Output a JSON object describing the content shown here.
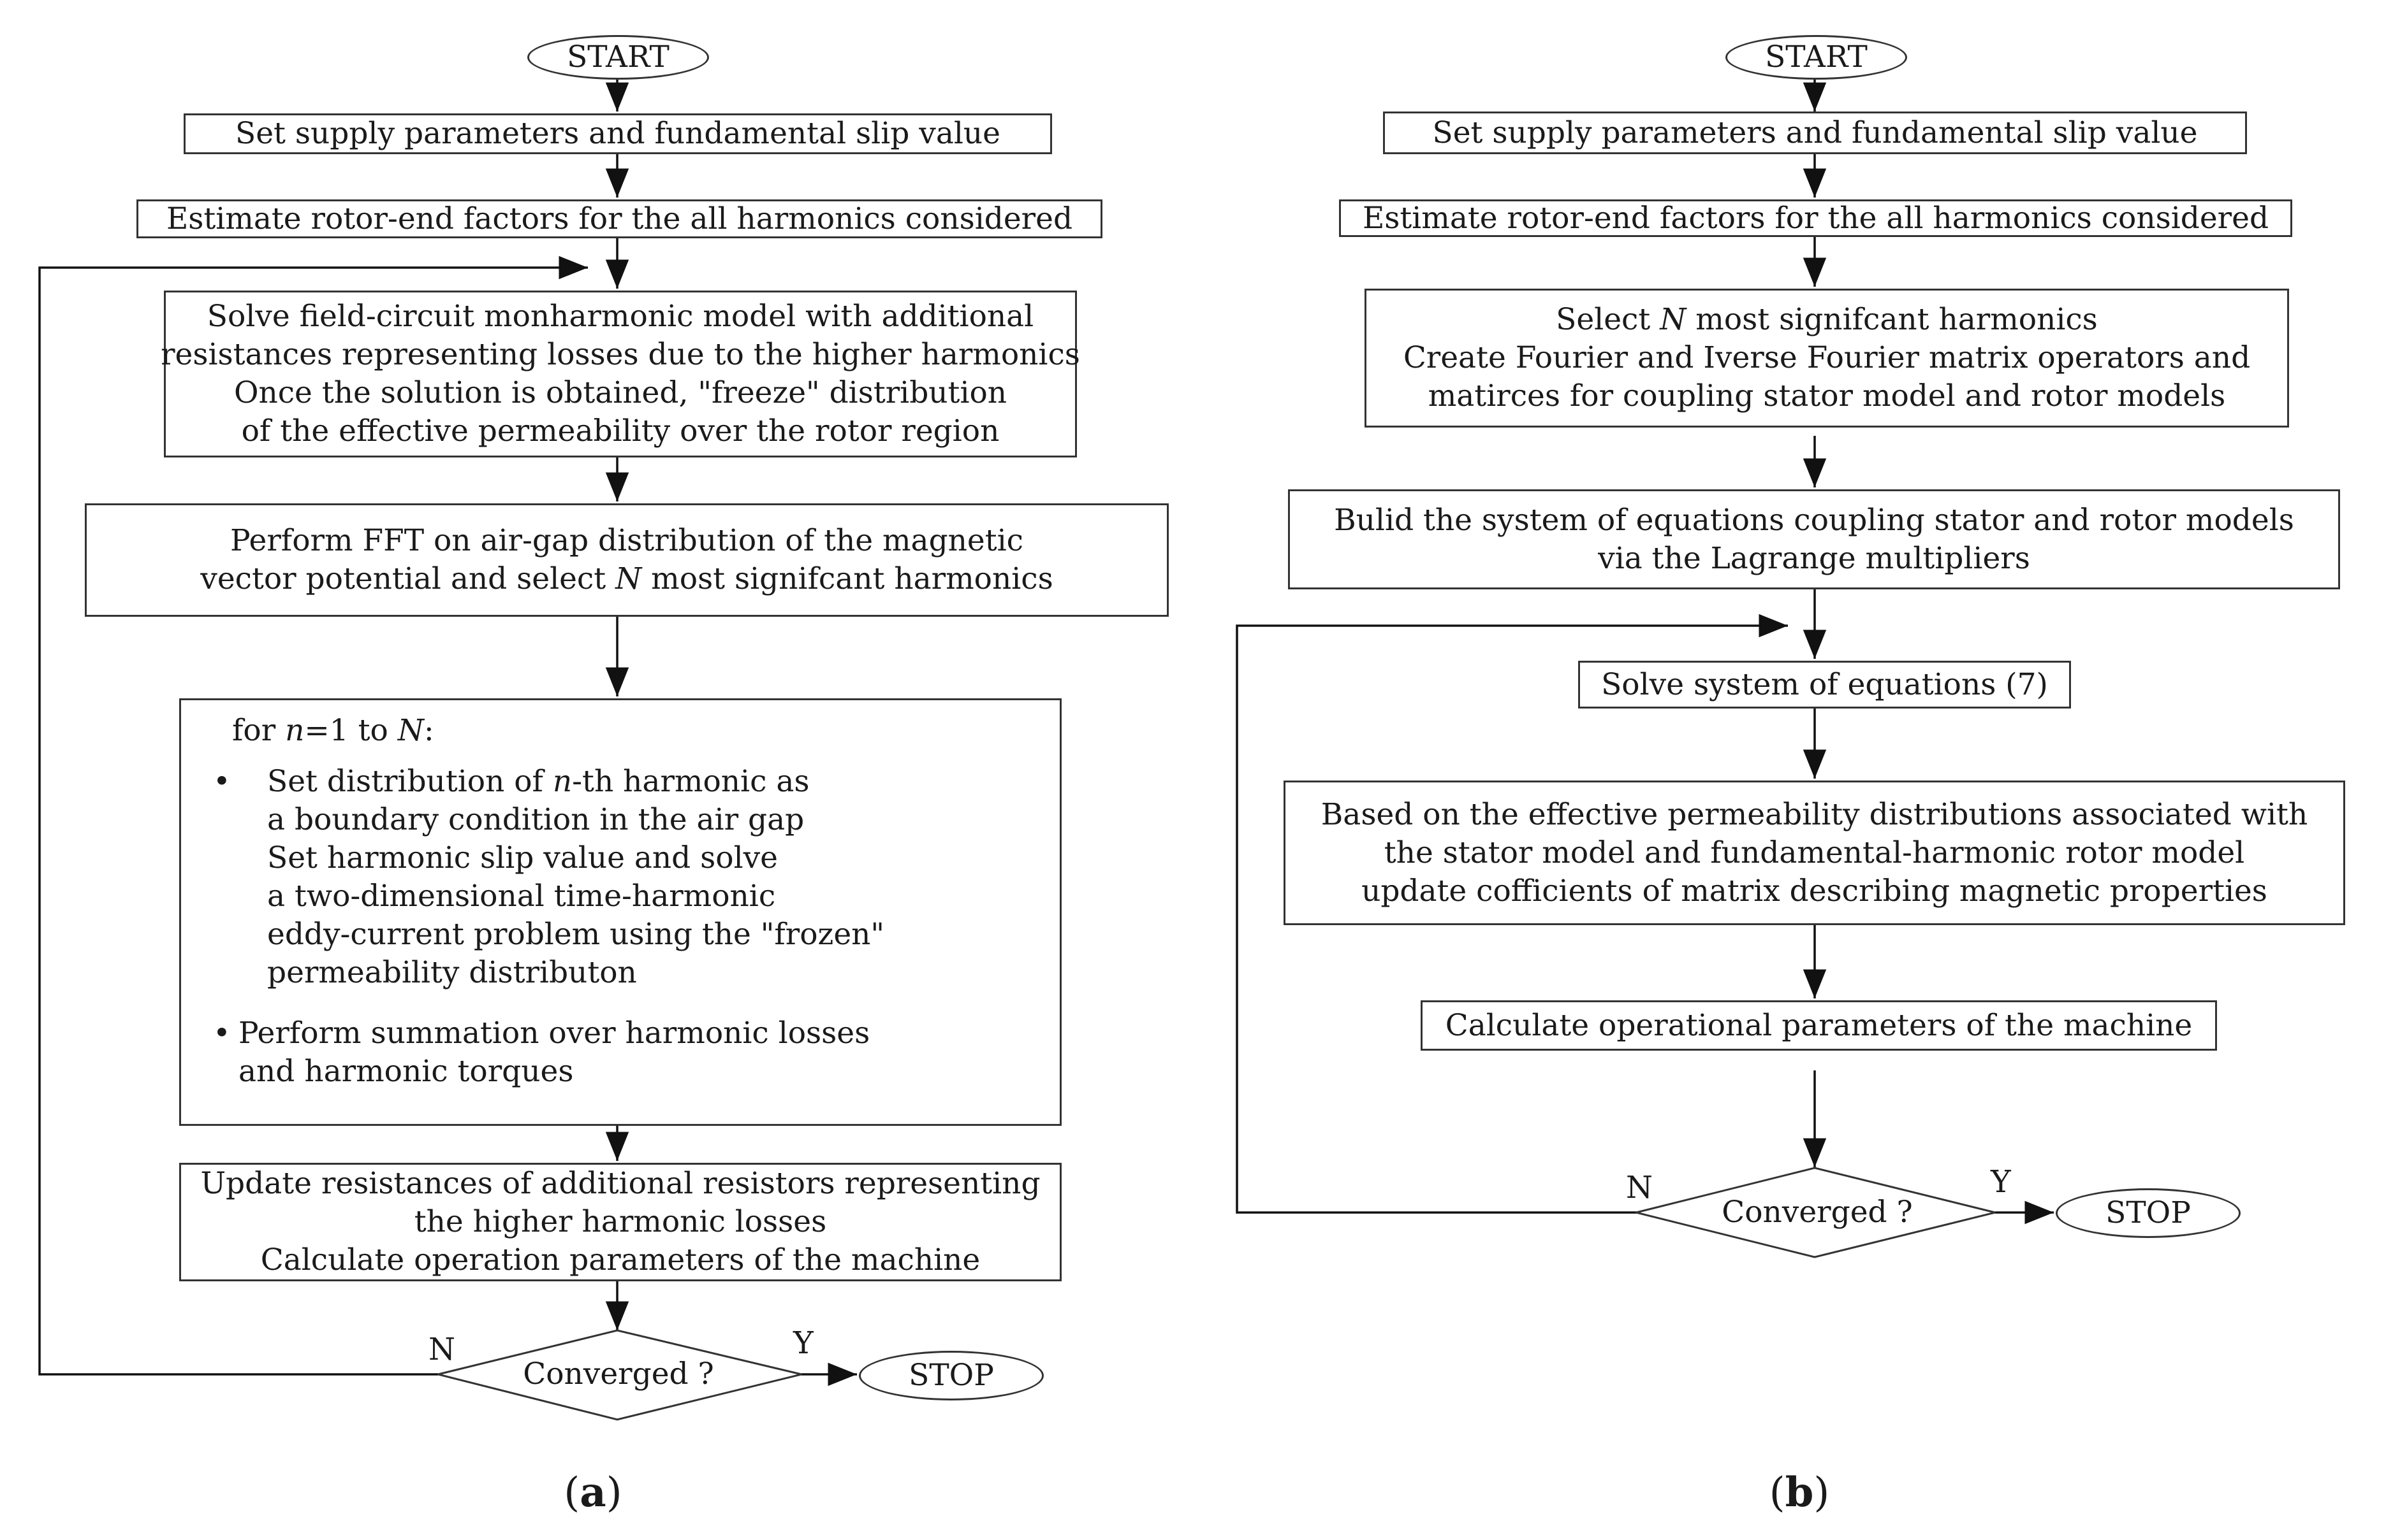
{
  "panel_a": {
    "start": "START",
    "step1": "Set supply parameters and fundamental slip value",
    "step2": "Estimate rotor-end factors for the all harmonics considered",
    "step3": [
      "Solve field-circuit monharmonic model with additional",
      "resistances representing losses due to the higher harmonics",
      "Once the solution is obtained, \"freeze\" distribution",
      "of the effective permeability over the rotor region"
    ],
    "step4": {
      "line1": "Perform FFT on air-gap distribution of the magnetic",
      "line2_pre": "vector potential and select ",
      "line2_var": "N",
      "line2_post": " most signifcant harmonics"
    },
    "loop": {
      "for_pre": "for ",
      "for_var": "n",
      "for_mid": "=1 to  ",
      "for_var2": "N",
      "for_post": ":",
      "bullet": "•",
      "b1_pre": "Set distribution of ",
      "b1_var": "n",
      "b1_post": "-th harmonic as",
      "b1_lines": [
        "a boundary condition in the air gap",
        "Set harmonic slip value and solve",
        "a two-dimensional time-harmonic",
        "eddy-current problem using the \"frozen\"",
        "permeability distributon"
      ],
      "b2_line1": "Perform summation over harmonic losses",
      "b2_line2": "and harmonic torques"
    },
    "step6": [
      "Update resistances of additional resistors representing",
      "the higher harmonic losses",
      "Calculate operation parameters of the machine"
    ],
    "decision": "Converged ?",
    "no": "N",
    "yes": "Y",
    "stop": "STOP",
    "caption_open": "(",
    "caption_letter": "a",
    "caption_close": ")"
  },
  "panel_b": {
    "start": "START",
    "step1": "Set supply parameters and fundamental slip value",
    "step2": "Estimate rotor-end factors for the all harmonics considered",
    "step3": {
      "line1_pre": "Select ",
      "line1_var": "N",
      "line1_post": " most signifcant harmonics",
      "line2": "Create Fourier and Iverse Fourier matrix operators and",
      "line3": "matirces for coupling stator model and rotor models"
    },
    "step4": [
      "Bulid the system of equations coupling stator and rotor models",
      "via the Lagrange multipliers"
    ],
    "step5": "Solve system of equations (7)",
    "step6": [
      "Based on the effective permeability distributions associated with",
      "the stator model and fundamental-harmonic rotor model",
      "update cofficients of matrix describing magnetic properties"
    ],
    "step7": "Calculate operational parameters of the machine",
    "decision": "Converged ?",
    "no": "N",
    "yes": "Y",
    "stop": "STOP",
    "caption_open": "(",
    "caption_letter": "b",
    "caption_close": ")"
  }
}
